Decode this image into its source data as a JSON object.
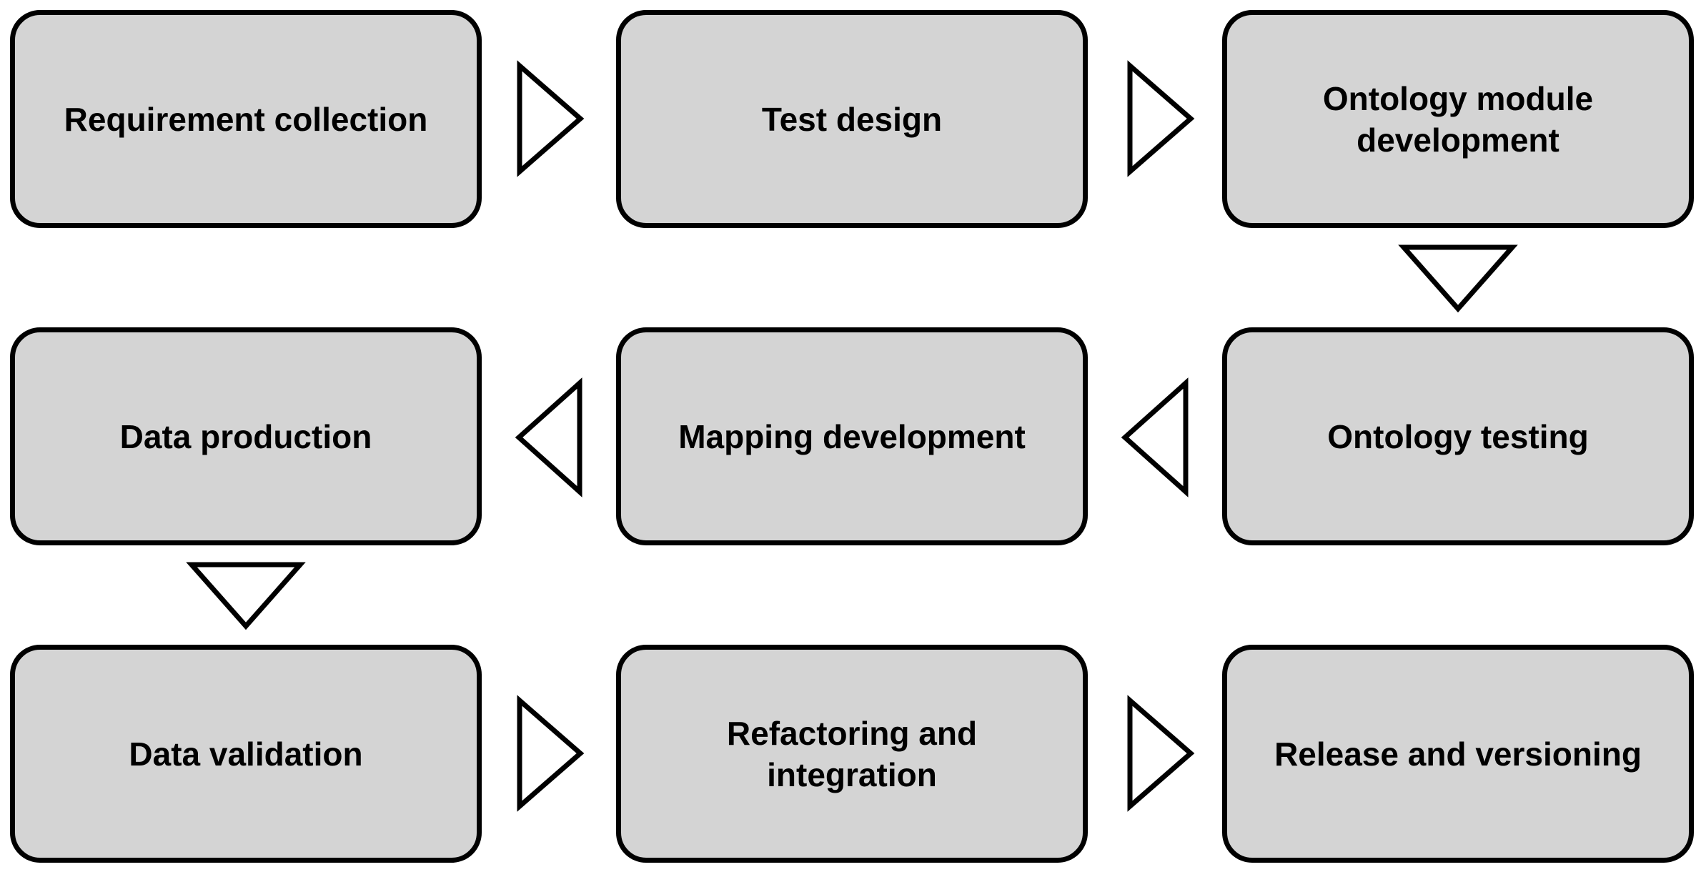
{
  "diagram": {
    "steps": [
      {
        "label": "Requirement collection"
      },
      {
        "label": "Test design"
      },
      {
        "label": "Ontology module development"
      },
      {
        "label": "Ontology testing"
      },
      {
        "label": "Mapping development"
      },
      {
        "label": "Data production"
      },
      {
        "label": "Data validation"
      },
      {
        "label": "Refactoring and integration"
      },
      {
        "label": "Release and versioning"
      }
    ],
    "colors": {
      "box_fill": "#d4d4d4",
      "outline": "#000000",
      "arrow_fill": "#ffffff"
    }
  }
}
